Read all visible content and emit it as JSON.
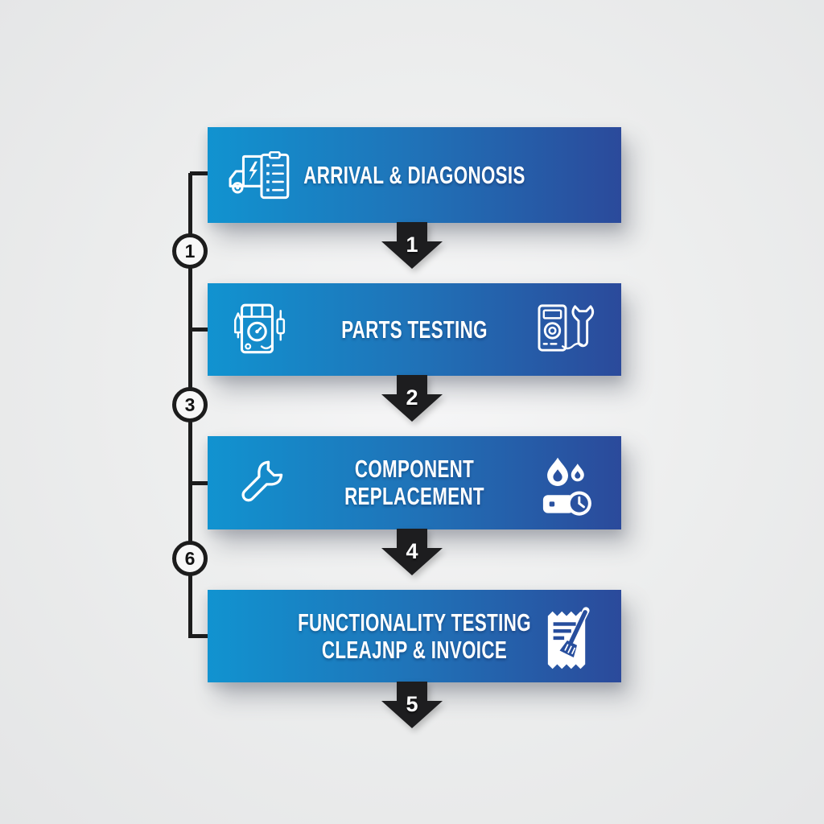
{
  "colors": {
    "background": "#ebecec",
    "banner_gradient_start": "#1193d0",
    "banner_gradient_end": "#2b4a9b",
    "arrow_black": "#1d1d1f",
    "rail_black": "#1c1c1c",
    "text_white": "#ffffff",
    "icon_inner_blue": "#2a52a0"
  },
  "steps": [
    {
      "lines": [
        "ARRIVAL & DIAGONOSIS"
      ],
      "left_icon": "truck-clipboard-icon",
      "right_icon": null,
      "arrow_label": "1"
    },
    {
      "lines": [
        "PARTS TESTING"
      ],
      "left_icon": "multimeter-probes-icon",
      "right_icon": "multimeter-wrench-icon",
      "arrow_label": "2"
    },
    {
      "lines": [
        "COMPONENT",
        "REPLACEMENT"
      ],
      "left_icon": "wrench-icon",
      "right_icon": "flames-timer-icon",
      "arrow_label": "4"
    },
    {
      "lines": [
        "FUNCTIONALITY TESTING",
        "CLEAJNP & INVOICE"
      ],
      "left_icon": null,
      "right_icon": "receipt-broom-icon",
      "arrow_label": "5"
    }
  ],
  "side_rail": {
    "circle_labels": [
      "1",
      "3",
      "6"
    ]
  }
}
